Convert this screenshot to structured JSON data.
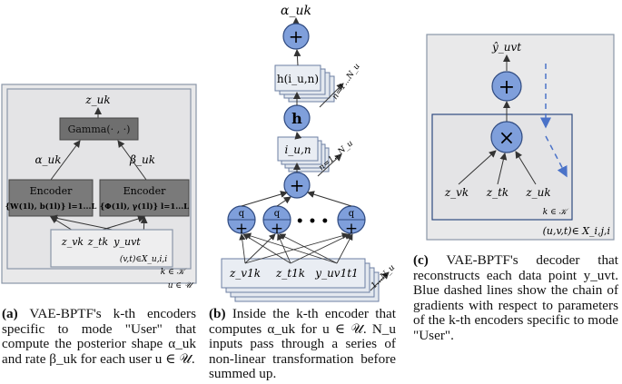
{
  "panel_a": {
    "z_uk": "z_uk",
    "gamma_label": "Gamma(· , ·)",
    "alpha": "α_uk",
    "beta": "β_uk",
    "encoder_left": "Encoder",
    "encoder_left_params": "{W(1l), b(1l)} l=1...L",
    "encoder_right": "Encoder",
    "encoder_right_params": "{Φ(1l), γ(1l)} l=1...L",
    "inputs": [
      "z_vk",
      "z_tk",
      "y_uvt"
    ],
    "inner_plate": "(v,t)∈X_u,i,i",
    "plate_k": "k ∈ 𝒦",
    "plate_u": "u ∈ 𝒰",
    "caption_tag": "(a)",
    "caption_text": "VAE-BPTF's k-th encoders specific to mode \"User\" that compute the posterior shape α_uk and rate β_uk for each user u ∈ 𝒰."
  },
  "panel_b": {
    "alpha_top": "α_uk",
    "plus": "+",
    "h_box": "h(i_u,n)",
    "h_node": "h",
    "n_range_1": "n=1...N_u",
    "i_box": "i_u,n",
    "n_range_2": "n=1...N_u",
    "q_label": "q",
    "dots": "• • •",
    "inputs": [
      "z_v1k",
      "z_t1k",
      "y_uv1t1"
    ],
    "n_range_3": "1...N_u",
    "caption_tag": "(b)",
    "caption_text": "Inside the k-th encoder that computes α_uk for u ∈ 𝒰. N_u inputs pass through a series of non-linear transformation before summed up."
  },
  "panel_c": {
    "y_hat": "ŷ_uvt",
    "plus": "+",
    "times": "×",
    "inputs": [
      "z_vk",
      "z_tk",
      "z_uk"
    ],
    "plate_k": "k ∈ 𝒦",
    "plate_uvt": "(u,v,t)∈ X_i,j,i",
    "caption_tag": "(c)",
    "caption_text": "VAE-BPTF's decoder that reconstructs each data point y_uvt. Blue dashed lines show the chain of gradients with respect to parameters of the k-th encoders specific to mode \"User\"."
  },
  "colors": {
    "node_blue": "#7f9fdb",
    "node_stroke": "#2f4a80",
    "plate_fill": "#e9e9ea",
    "encoder_fill": "#7a7a7a",
    "dashed_blue": "#4a72c8"
  }
}
